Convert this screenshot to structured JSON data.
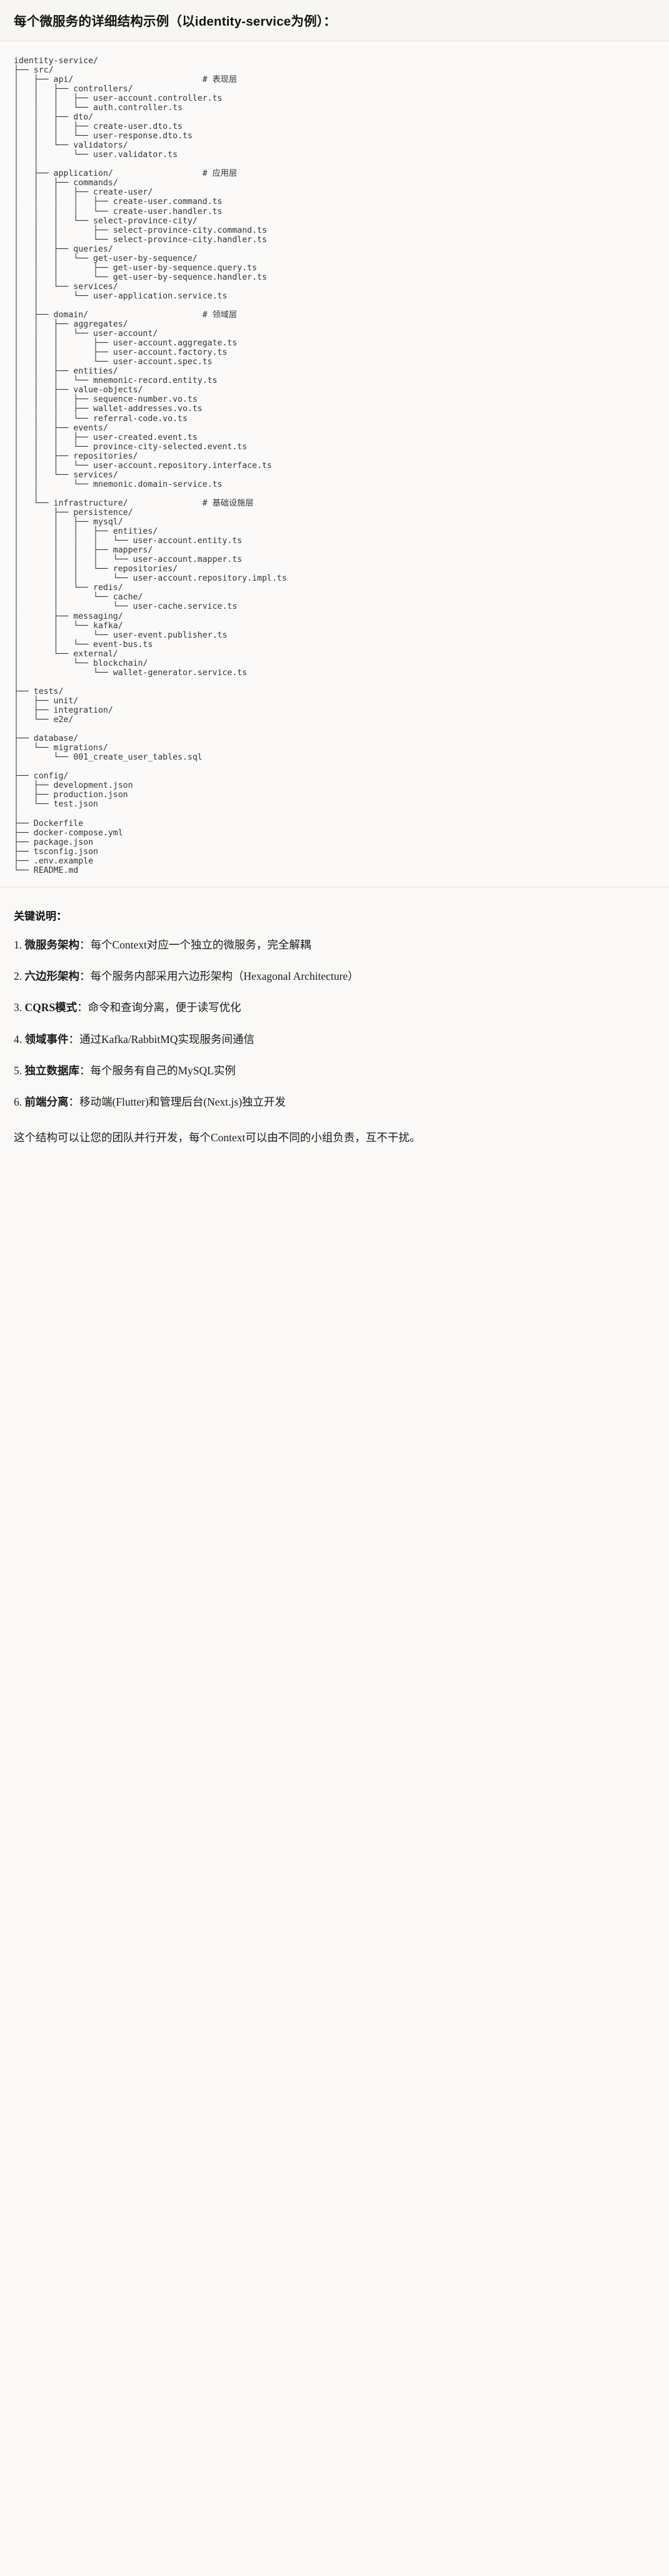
{
  "header": {
    "title": "每个微服务的详细结构示例（以identity-service为例）："
  },
  "tree": {
    "root": "identity-service/",
    "text": "identity-service/\n├── src/\n│   ├── api/                          # 表现层\n│   │   ├── controllers/\n│   │   │   ├── user-account.controller.ts\n│   │   │   └── auth.controller.ts\n│   │   ├── dto/\n│   │   │   ├── create-user.dto.ts\n│   │   │   └── user-response.dto.ts\n│   │   └── validators/\n│   │       └── user.validator.ts\n│   │\n│   ├── application/                  # 应用层\n│   │   ├── commands/\n│   │   │   ├── create-user/\n│   │   │   │   ├── create-user.command.ts\n│   │   │   │   └── create-user.handler.ts\n│   │   │   └── select-province-city/\n│   │   │       ├── select-province-city.command.ts\n│   │   │       └── select-province-city.handler.ts\n│   │   ├── queries/\n│   │   │   └── get-user-by-sequence/\n│   │   │       ├── get-user-by-sequence.query.ts\n│   │   │       └── get-user-by-sequence.handler.ts\n│   │   └── services/\n│   │       └── user-application.service.ts\n│   │\n│   ├── domain/                       # 领域层\n│   │   ├── aggregates/\n│   │   │   └── user-account/\n│   │   │       ├── user-account.aggregate.ts\n│   │   │       ├── user-account.factory.ts\n│   │   │       └── user-account.spec.ts\n│   │   ├── entities/\n│   │   │   └── mnemonic-record.entity.ts\n│   │   ├── value-objects/\n│   │   │   ├── sequence-number.vo.ts\n│   │   │   ├── wallet-addresses.vo.ts\n│   │   │   └── referral-code.vo.ts\n│   │   ├── events/\n│   │   │   ├── user-created.event.ts\n│   │   │   └── province-city-selected.event.ts\n│   │   ├── repositories/\n│   │   │   └── user-account.repository.interface.ts\n│   │   └── services/\n│   │       └── mnemonic.domain-service.ts\n│   │\n│   └── infrastructure/               # 基础设施层\n│       ├── persistence/\n│       │   ├── mysql/\n│       │   │   ├── entities/\n│       │   │   │   └── user-account.entity.ts\n│       │   │   ├── mappers/\n│       │   │   │   └── user-account.mapper.ts\n│       │   │   └── repositories/\n│       │   │       └── user-account.repository.impl.ts\n│       │   └── redis/\n│       │       └── cache/\n│       │           └── user-cache.service.ts\n│       ├── messaging/\n│       │   └── kafka/\n│       │       └── user-event.publisher.ts\n│       │   └── event-bus.ts\n│       └── external/\n│           └── blockchain/\n│               └── wallet-generator.service.ts\n│\n├── tests/\n│   ├── unit/\n│   ├── integration/\n│   └── e2e/\n│\n├── database/\n│   └── migrations/\n│       └── 001_create_user_tables.sql\n│\n├── config/\n│   ├── development.json\n│   ├── production.json\n│   └── test.json\n│\n├── Dockerfile\n├── docker-compose.yml\n├── package.json\n├── tsconfig.json\n├── .env.example\n└── README.md",
    "comments": [
      "# 表现层",
      "# 应用层",
      "# 领域层",
      "# 基础设施层"
    ]
  },
  "keys": {
    "title": "关键说明：",
    "items": [
      {
        "term": "微服务架构",
        "desc": "：每个Context对应一个独立的微服务，完全解耦"
      },
      {
        "term": "六边形架构",
        "desc": "：每个服务内部采用六边形架构（Hexagonal Architecture）"
      },
      {
        "term": "CQRS模式",
        "desc": "：命令和查询分离，便于读写优化"
      },
      {
        "term": "领域事件",
        "desc": "：通过Kafka/RabbitMQ实现服务间通信"
      },
      {
        "term": "独立数据库",
        "desc": "：每个服务有自己的MySQL实例"
      },
      {
        "term": "前端分离",
        "desc": "：移动端(Flutter)和管理后台(Next.js)独立开发"
      }
    ],
    "closing": "这个结构可以让您的团队并行开发，每个Context可以由不同的小组负责，互不干扰。"
  }
}
